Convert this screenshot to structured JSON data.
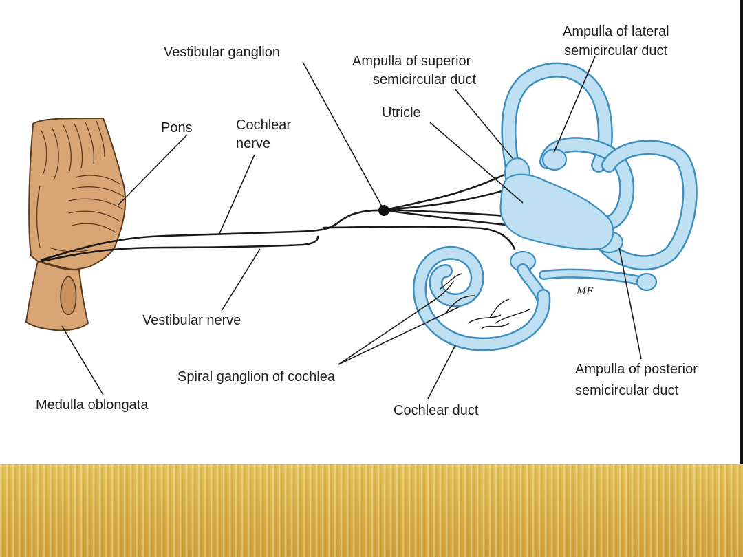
{
  "labels": {
    "vestibular_ganglion": "Vestibular ganglion",
    "ampulla_superior_1": "Ampulla of superior",
    "ampulla_superior_2": "semicircular duct",
    "ampulla_lateral_1": "Ampulla of lateral",
    "ampulla_lateral_2": "semicircular duct",
    "utricle": "Utricle",
    "pons": "Pons",
    "cochlear_nerve_1": "Cochlear",
    "cochlear_nerve_2": "nerve",
    "vestibular_nerve": "Vestibular nerve",
    "spiral_ganglion": "Spiral ganglion of cochlea",
    "medulla_oblongata": "Medulla oblongata",
    "cochlear_duct": "Cochlear duct",
    "ampulla_posterior_1": "Ampulla of posterior",
    "ampulla_posterior_2": "semicircular duct",
    "artist_initials": "MF"
  },
  "colors": {
    "labyrinth_fill": "#bfe0f2",
    "labyrinth_outline": "#3d8fc0",
    "brainstem_fill": "#d9a574",
    "brainstem_outline": "#5a3a1e",
    "footer_band": "#d9b24a"
  }
}
